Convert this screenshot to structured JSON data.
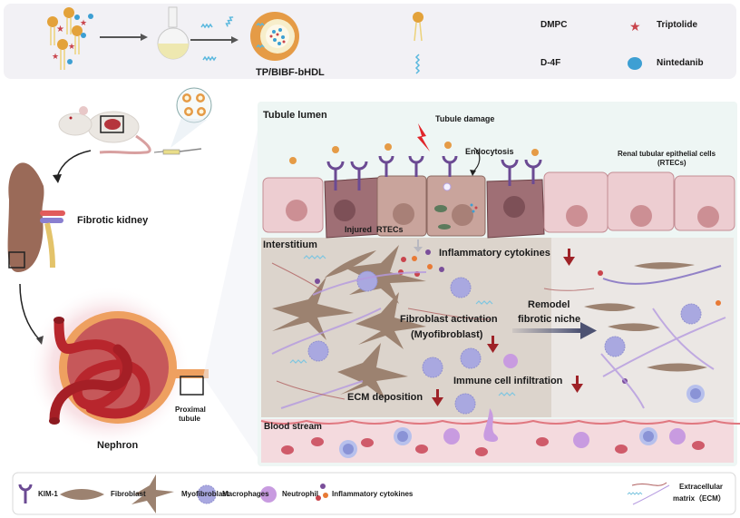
{
  "synthesis": {
    "product_label": "TP/BIBF-bHDL",
    "legend": [
      {
        "icon": "dmpc-lipid-icon",
        "label": "DMPC"
      },
      {
        "icon": "triptolide-star-icon",
        "label": "Triptolide"
      },
      {
        "icon": "d4f-peptide-icon",
        "label": "D-4F"
      },
      {
        "icon": "nintedanib-sphere-icon",
        "label": "Nintedanib"
      }
    ]
  },
  "left_panel": {
    "fibrotic_kidney": "Fibrotic kidney",
    "proximal_tubule": "Proximal tubule",
    "proximal_tubule_line1": "Proximal",
    "proximal_tubule_line2": "tubule",
    "nephron": "Nephron"
  },
  "mechanism": {
    "tubule_lumen": "Tubule lumen",
    "tubule_damage": "Tubule damage",
    "endocytosis": "Endocytosis",
    "rtecs_line1": "Renal tubular epithelial cells",
    "rtecs_line2": "(RTECs)",
    "injured_rtecs": "Injured  RTECs",
    "interstitium": "Interstitium",
    "inflammatory_cytokines": "Inflammatory cytokines",
    "fibroblast_activation_line1": "Fibroblast activation",
    "fibroblast_activation_line2": "(Myofibroblast)",
    "remodel_line1": "Remodel",
    "remodel_line2": "fibrotic niche",
    "immune_cell_infiltration": "Immune cell infiltration",
    "ecm_deposition": "ECM deposition",
    "blood_stream": "Blood stream"
  },
  "legend": [
    {
      "icon": "kim1-receptor-icon",
      "label": "KIM-1"
    },
    {
      "icon": "fibroblast-icon",
      "label": "Fibroblast"
    },
    {
      "icon": "myofibroblast-icon",
      "label": "Myofibroblast"
    },
    {
      "icon": "macrophage-icon",
      "label": "Macrophages"
    },
    {
      "icon": "neutrophil-icon",
      "label": "Neutrophil"
    },
    {
      "icon": "cytokines-icon",
      "label": "Inflammatory cytokines"
    },
    {
      "icon": "ecm-icon",
      "label_line1": "Extracellular",
      "label_line2": "matrix（ECM）"
    }
  ],
  "colors": {
    "lipid": "#e3a23a",
    "star": "#c9444c",
    "peptide": "#5ab8de",
    "sphere": "#3d9fd3",
    "kim1": "#6b4a93",
    "fibroblast": "#9c8270",
    "macrophage": "#a9a8e0",
    "neutrophil": "#c89be0",
    "rbc": "#cf5b6a",
    "arrow_down": "#9e2227",
    "lumen_bg": "#eef6f4",
    "interstitium_injured": "#dcd4cc",
    "interstitium_healthy": "#ebe7e4",
    "blood": "#f4dade"
  }
}
